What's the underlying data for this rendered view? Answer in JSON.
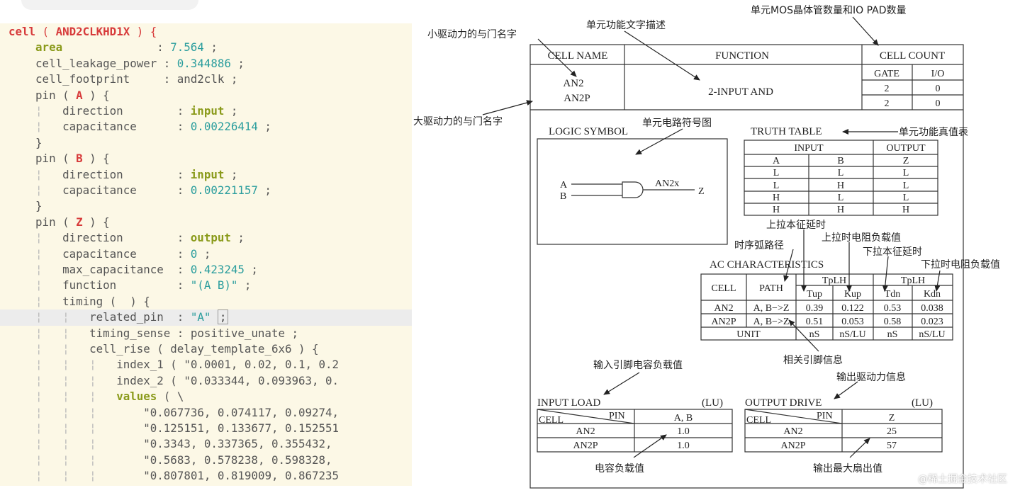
{
  "code": {
    "lines": [
      [
        [
          "kw",
          "cell"
        ],
        [
          "sym",
          " ( "
        ],
        [
          "kw",
          "AND2CLKHD1X"
        ],
        [
          "sym",
          " ) {"
        ]
      ],
      [
        [
          "plain",
          "    "
        ],
        [
          "attr",
          "area"
        ],
        [
          "plain",
          "              : "
        ],
        [
          "num",
          "7.564"
        ],
        [
          "plain",
          " ;"
        ]
      ],
      [
        [
          "plain",
          "    cell_leakage_power : "
        ],
        [
          "num",
          "0.344886"
        ],
        [
          "plain",
          " ;"
        ]
      ],
      [
        [
          "plain",
          "    cell_footprint     : and2clk ;"
        ]
      ],
      [
        [
          "plain",
          "    pin ( "
        ],
        [
          "kw",
          "A"
        ],
        [
          "plain",
          " ) {"
        ]
      ],
      [
        [
          "plain",
          "    "
        ],
        [
          "gutter",
          "¦"
        ],
        [
          "plain",
          "   direction        : "
        ],
        [
          "val",
          "input"
        ],
        [
          "plain",
          " ;"
        ]
      ],
      [
        [
          "plain",
          "    "
        ],
        [
          "gutter",
          "¦"
        ],
        [
          "plain",
          "   capacitance      : "
        ],
        [
          "num",
          "0.00226414"
        ],
        [
          "plain",
          " ;"
        ]
      ],
      [
        [
          "plain",
          "    }"
        ]
      ],
      [
        [
          "plain",
          "    pin ( "
        ],
        [
          "kw",
          "B"
        ],
        [
          "plain",
          " ) {"
        ]
      ],
      [
        [
          "plain",
          "    "
        ],
        [
          "gutter",
          "¦"
        ],
        [
          "plain",
          "   direction        : "
        ],
        [
          "val",
          "input"
        ],
        [
          "plain",
          " ;"
        ]
      ],
      [
        [
          "plain",
          "    "
        ],
        [
          "gutter",
          "¦"
        ],
        [
          "plain",
          "   capacitance      : "
        ],
        [
          "num",
          "0.00221157"
        ],
        [
          "plain",
          " ;"
        ]
      ],
      [
        [
          "plain",
          "    }"
        ]
      ],
      [
        [
          "plain",
          "    pin ( "
        ],
        [
          "kw",
          "Z"
        ],
        [
          "plain",
          " ) {"
        ]
      ],
      [
        [
          "plain",
          "    "
        ],
        [
          "gutter",
          "¦"
        ],
        [
          "plain",
          "   direction        : "
        ],
        [
          "val",
          "output"
        ],
        [
          "plain",
          " ;"
        ]
      ],
      [
        [
          "plain",
          "    "
        ],
        [
          "gutter",
          "¦"
        ],
        [
          "plain",
          "   capacitance      : "
        ],
        [
          "num",
          "0"
        ],
        [
          "plain",
          " ;"
        ]
      ],
      [
        [
          "plain",
          "    "
        ],
        [
          "gutter",
          "¦"
        ],
        [
          "plain",
          "   max_capacitance  : "
        ],
        [
          "num",
          "0.423245"
        ],
        [
          "plain",
          " ;"
        ]
      ],
      [
        [
          "plain",
          "    "
        ],
        [
          "gutter",
          "¦"
        ],
        [
          "plain",
          "   function         : "
        ],
        [
          "str",
          "\"(A B)\""
        ],
        [
          "plain",
          " ;"
        ]
      ],
      [
        [
          "plain",
          "    "
        ],
        [
          "gutter",
          "¦"
        ],
        [
          "plain",
          "   timing (  ) {"
        ]
      ],
      [
        [
          "plain",
          "    "
        ],
        [
          "gutter",
          "¦"
        ],
        [
          "plain",
          "   "
        ],
        [
          "gutter",
          "¦"
        ],
        [
          "plain",
          "   related_pin  : "
        ],
        [
          "str",
          "\"A\""
        ],
        [
          "plain",
          " "
        ],
        [
          "cursor",
          ";"
        ]
      ],
      [
        [
          "plain",
          "    "
        ],
        [
          "gutter",
          "¦"
        ],
        [
          "plain",
          "   "
        ],
        [
          "gutter",
          "¦"
        ],
        [
          "plain",
          "   timing_sense : positive_unate ;"
        ]
      ],
      [
        [
          "plain",
          "    "
        ],
        [
          "gutter",
          "¦"
        ],
        [
          "plain",
          "   "
        ],
        [
          "gutter",
          "¦"
        ],
        [
          "plain",
          "   cell_rise ( delay_template_6x6 ) {"
        ]
      ],
      [
        [
          "plain",
          "    "
        ],
        [
          "gutter",
          "¦"
        ],
        [
          "plain",
          "   "
        ],
        [
          "gutter",
          "¦"
        ],
        [
          "plain",
          "   "
        ],
        [
          "gutter",
          "¦"
        ],
        [
          "plain",
          "   index_1 ( \"0.0001, 0.02, 0.1, 0.2"
        ]
      ],
      [
        [
          "plain",
          "    "
        ],
        [
          "gutter",
          "¦"
        ],
        [
          "plain",
          "   "
        ],
        [
          "gutter",
          "¦"
        ],
        [
          "plain",
          "   "
        ],
        [
          "gutter",
          "¦"
        ],
        [
          "plain",
          "   index_2 ( \"0.033344, 0.093963, 0."
        ]
      ],
      [
        [
          "plain",
          "    "
        ],
        [
          "gutter",
          "¦"
        ],
        [
          "plain",
          "   "
        ],
        [
          "gutter",
          "¦"
        ],
        [
          "plain",
          "   "
        ],
        [
          "gutter",
          "¦"
        ],
        [
          "plain",
          "   "
        ],
        [
          "attr",
          "values"
        ],
        [
          "plain",
          " ( \\"
        ]
      ],
      [
        [
          "plain",
          "    "
        ],
        [
          "gutter",
          "¦"
        ],
        [
          "plain",
          "   "
        ],
        [
          "gutter",
          "¦"
        ],
        [
          "plain",
          "   "
        ],
        [
          "gutter",
          "¦"
        ],
        [
          "plain",
          "       \"0.067736, 0.074117, 0.09274,"
        ]
      ],
      [
        [
          "plain",
          "    "
        ],
        [
          "gutter",
          "¦"
        ],
        [
          "plain",
          "   "
        ],
        [
          "gutter",
          "¦"
        ],
        [
          "plain",
          "   "
        ],
        [
          "gutter",
          "¦"
        ],
        [
          "plain",
          "       \"0.125151, 0.133677, 0.152551"
        ]
      ],
      [
        [
          "plain",
          "    "
        ],
        [
          "gutter",
          "¦"
        ],
        [
          "plain",
          "   "
        ],
        [
          "gutter",
          "¦"
        ],
        [
          "plain",
          "   "
        ],
        [
          "gutter",
          "¦"
        ],
        [
          "plain",
          "       \"0.3343, 0.337365, 0.355432,"
        ]
      ],
      [
        [
          "plain",
          "    "
        ],
        [
          "gutter",
          "¦"
        ],
        [
          "plain",
          "   "
        ],
        [
          "gutter",
          "¦"
        ],
        [
          "plain",
          "   "
        ],
        [
          "gutter",
          "¦"
        ],
        [
          "plain",
          "       \"0.5683, 0.578238, 0.598328,"
        ]
      ],
      [
        [
          "plain",
          "    "
        ],
        [
          "gutter",
          "¦"
        ],
        [
          "plain",
          "   "
        ],
        [
          "gutter",
          "¦"
        ],
        [
          "plain",
          "   "
        ],
        [
          "gutter",
          "¦"
        ],
        [
          "plain",
          "       \"0.807801, 0.819009, 0.867235"
        ]
      ]
    ],
    "highlight_line": 18
  },
  "diagram": {
    "annotations": {
      "small_drive_name": "小驱动力的与门名字",
      "func_desc": "单元功能文字描述",
      "mos_io_count": "单元MOS晶体管数量和IO PAD数量",
      "large_drive_name": "大驱动力的与门名字",
      "symbol": "单元电路符号图",
      "truth_table": "单元功能真值表",
      "pullup_delay": "上拉本征延时",
      "pullup_load": "上拉时电阻负载值",
      "timing_arc": "时序弧路径",
      "pulldown_delay": "下拉本征延时",
      "pulldown_load": "下拉时电阻负载值",
      "related_pin": "相关引脚信息",
      "input_cap": "输入引脚电容负载值",
      "output_drive": "输出驱动力信息",
      "cap_value": "电容负载值",
      "max_fanout": "输出最大扇出值"
    },
    "header": {
      "cell_name": "CELL NAME",
      "function": "FUNCTION",
      "cell_count": "CELL COUNT",
      "gate": "GATE",
      "io": "I/O",
      "names": [
        "AN2",
        "AN2P"
      ],
      "function_value": "2-INPUT AND",
      "gate_values": [
        "2",
        "2"
      ],
      "io_values": [
        "0",
        "0"
      ]
    },
    "logic": {
      "title": "LOGIC SYMBOL",
      "in_a": "A",
      "in_b": "B",
      "gate_label": "AN2x",
      "out_z": "Z"
    },
    "truth": {
      "title": "TRUTH TABLE",
      "input_header": "INPUT",
      "output_header": "OUTPUT",
      "cols": [
        "A",
        "B",
        "Z"
      ],
      "rows": [
        [
          "L",
          "L",
          "L"
        ],
        [
          "L",
          "H",
          "L"
        ],
        [
          "H",
          "L",
          "L"
        ],
        [
          "H",
          "H",
          "H"
        ]
      ]
    },
    "ac": {
      "title": "AC CHARACTERISTICS",
      "cell": "CELL",
      "path": "PATH",
      "tplh": "TpLH",
      "tphl": "TpLH",
      "sub": [
        "Tup",
        "Kup",
        "Tdn",
        "Kdn"
      ],
      "rows": [
        [
          "AN2",
          "A, B−>Z",
          "0.39",
          "0.122",
          "0.53",
          "0.038"
        ],
        [
          "AN2P",
          "A, B−>Z",
          "0.51",
          "0.053",
          "0.58",
          "0.023"
        ]
      ],
      "unit_label": "UNIT",
      "units": [
        "nS",
        "nS/LU",
        "nS",
        "nS/LU"
      ]
    },
    "input_load": {
      "title": "INPUT LOAD",
      "unit": "(LU)",
      "pin": "PIN",
      "cell": "CELL",
      "col": "A, B",
      "rows": [
        [
          "AN2",
          "1.0"
        ],
        [
          "AN2P",
          "1.0"
        ]
      ]
    },
    "output_drive": {
      "title": "OUTPUT DRIVE",
      "unit": "(LU)",
      "pin": "PIN",
      "cell": "CELL",
      "col": "Z",
      "rows": [
        [
          "AN2",
          "25"
        ],
        [
          "AN2P",
          "57"
        ]
      ]
    }
  },
  "watermark": "@稀土掘金技术社区"
}
